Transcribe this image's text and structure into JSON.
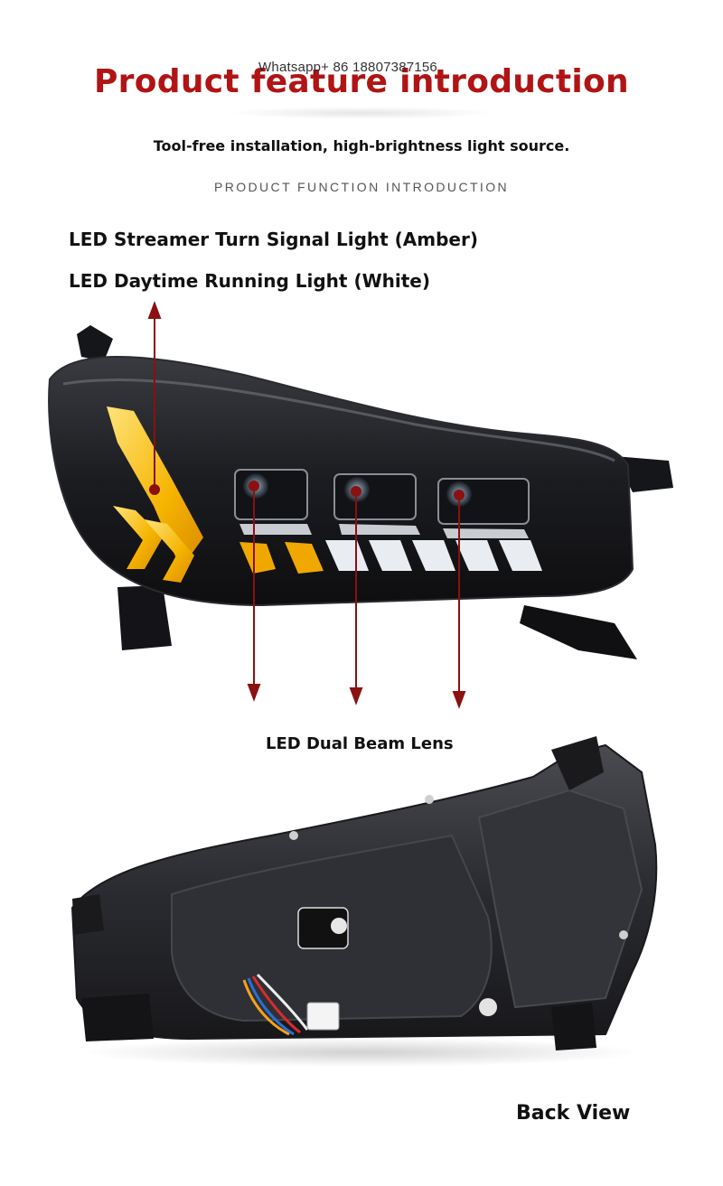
{
  "header": {
    "whatsapp": "Whatsapp+ 86 18807387156",
    "title": "Product feature introduction",
    "subtitle": "Tool-free installation, high-brightness light source.",
    "subhead": "PRODUCT FUNCTION INTRODUCTION"
  },
  "labels": {
    "turn_signal": "LED Streamer Turn Signal Light (Amber)",
    "drl": "LED Daytime Running Light (White)",
    "lens": "LED Dual Beam Lens",
    "back_view": "Back View"
  },
  "colors": {
    "title_red": "#b01414",
    "arrow_red": "#8b1010",
    "amber": "#f5b400",
    "housing": "#1c1c1f"
  }
}
